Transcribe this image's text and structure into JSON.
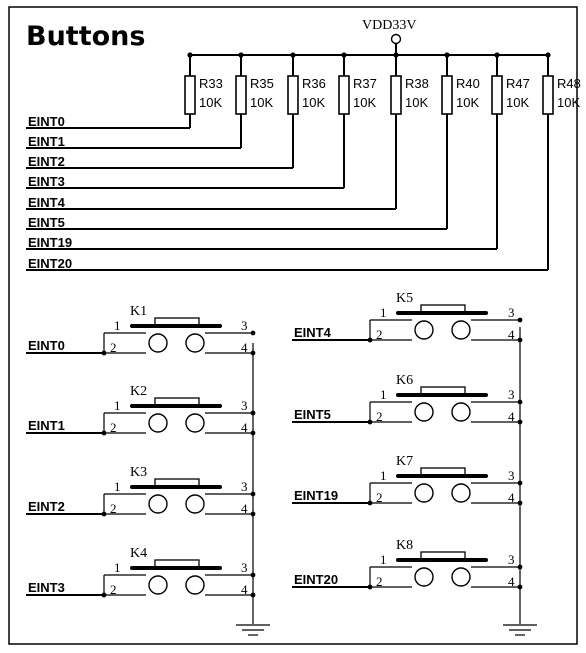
{
  "title": "Buttons",
  "power_label": "VDD33V",
  "resistors": [
    {
      "ref": "R33",
      "value": "10K",
      "net": "EINT0"
    },
    {
      "ref": "R35",
      "value": "10K",
      "net": "EINT1"
    },
    {
      "ref": "R36",
      "value": "10K",
      "net": "EINT2"
    },
    {
      "ref": "R37",
      "value": "10K",
      "net": "EINT3"
    },
    {
      "ref": "R38",
      "value": "10K",
      "net": "EINT4"
    },
    {
      "ref": "R40",
      "value": "10K",
      "net": "EINT5"
    },
    {
      "ref": "R47",
      "value": "10K",
      "net": "EINT19"
    },
    {
      "ref": "R48",
      "value": "10K",
      "net": "EINT20"
    }
  ],
  "switches_left": [
    {
      "ref": "K1",
      "net": "EINT0"
    },
    {
      "ref": "K2",
      "net": "EINT1"
    },
    {
      "ref": "K3",
      "net": "EINT2"
    },
    {
      "ref": "K4",
      "net": "EINT3"
    }
  ],
  "switches_right": [
    {
      "ref": "K5",
      "net": "EINT4"
    },
    {
      "ref": "K6",
      "net": "EINT5"
    },
    {
      "ref": "K7",
      "net": "EINT19"
    },
    {
      "ref": "K8",
      "net": "EINT20"
    }
  ],
  "pin_numbers": [
    "1",
    "2",
    "3",
    "4"
  ]
}
